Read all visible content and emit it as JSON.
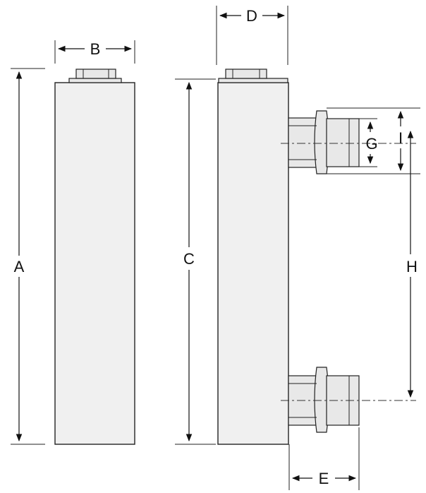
{
  "diagram": {
    "labels": {
      "a": "A",
      "b": "B",
      "c": "C",
      "d": "D",
      "e": "E",
      "g": "G",
      "h": "H",
      "i": "I"
    },
    "colors": {
      "body_fill": "#f0f0f0",
      "outline": "#222222"
    }
  }
}
